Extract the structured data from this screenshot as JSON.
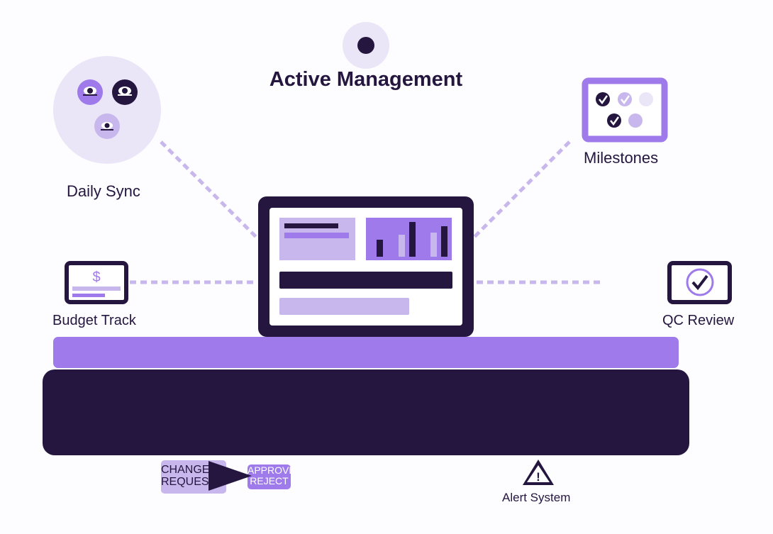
{
  "title": "Active Management",
  "nodes": {
    "daily_sync": "Daily Sync",
    "milestones": "Milestones",
    "budget_track": "Budget Track",
    "qc_review": "QC Review",
    "alert_system": "Alert System"
  },
  "workflow": {
    "change_request": [
      "CHANGE",
      "REQUEST"
    ],
    "decision": [
      "APPROVE",
      "REJECT"
    ]
  },
  "budget_icon_symbol": "$",
  "alert_icon_symbol": "!",
  "colors": {
    "dark": "#24163f",
    "purple": "#9f7aea",
    "lavender": "#c8b7ec",
    "pale": "#ebe5f8",
    "background": "#fdfcfe"
  },
  "icons": [
    "team-faces-icon",
    "milestone-checklist-icon",
    "dollar-icon",
    "check-circle-icon",
    "warning-icon",
    "bar-chart-icon",
    "dashboard-laptop-icon"
  ]
}
